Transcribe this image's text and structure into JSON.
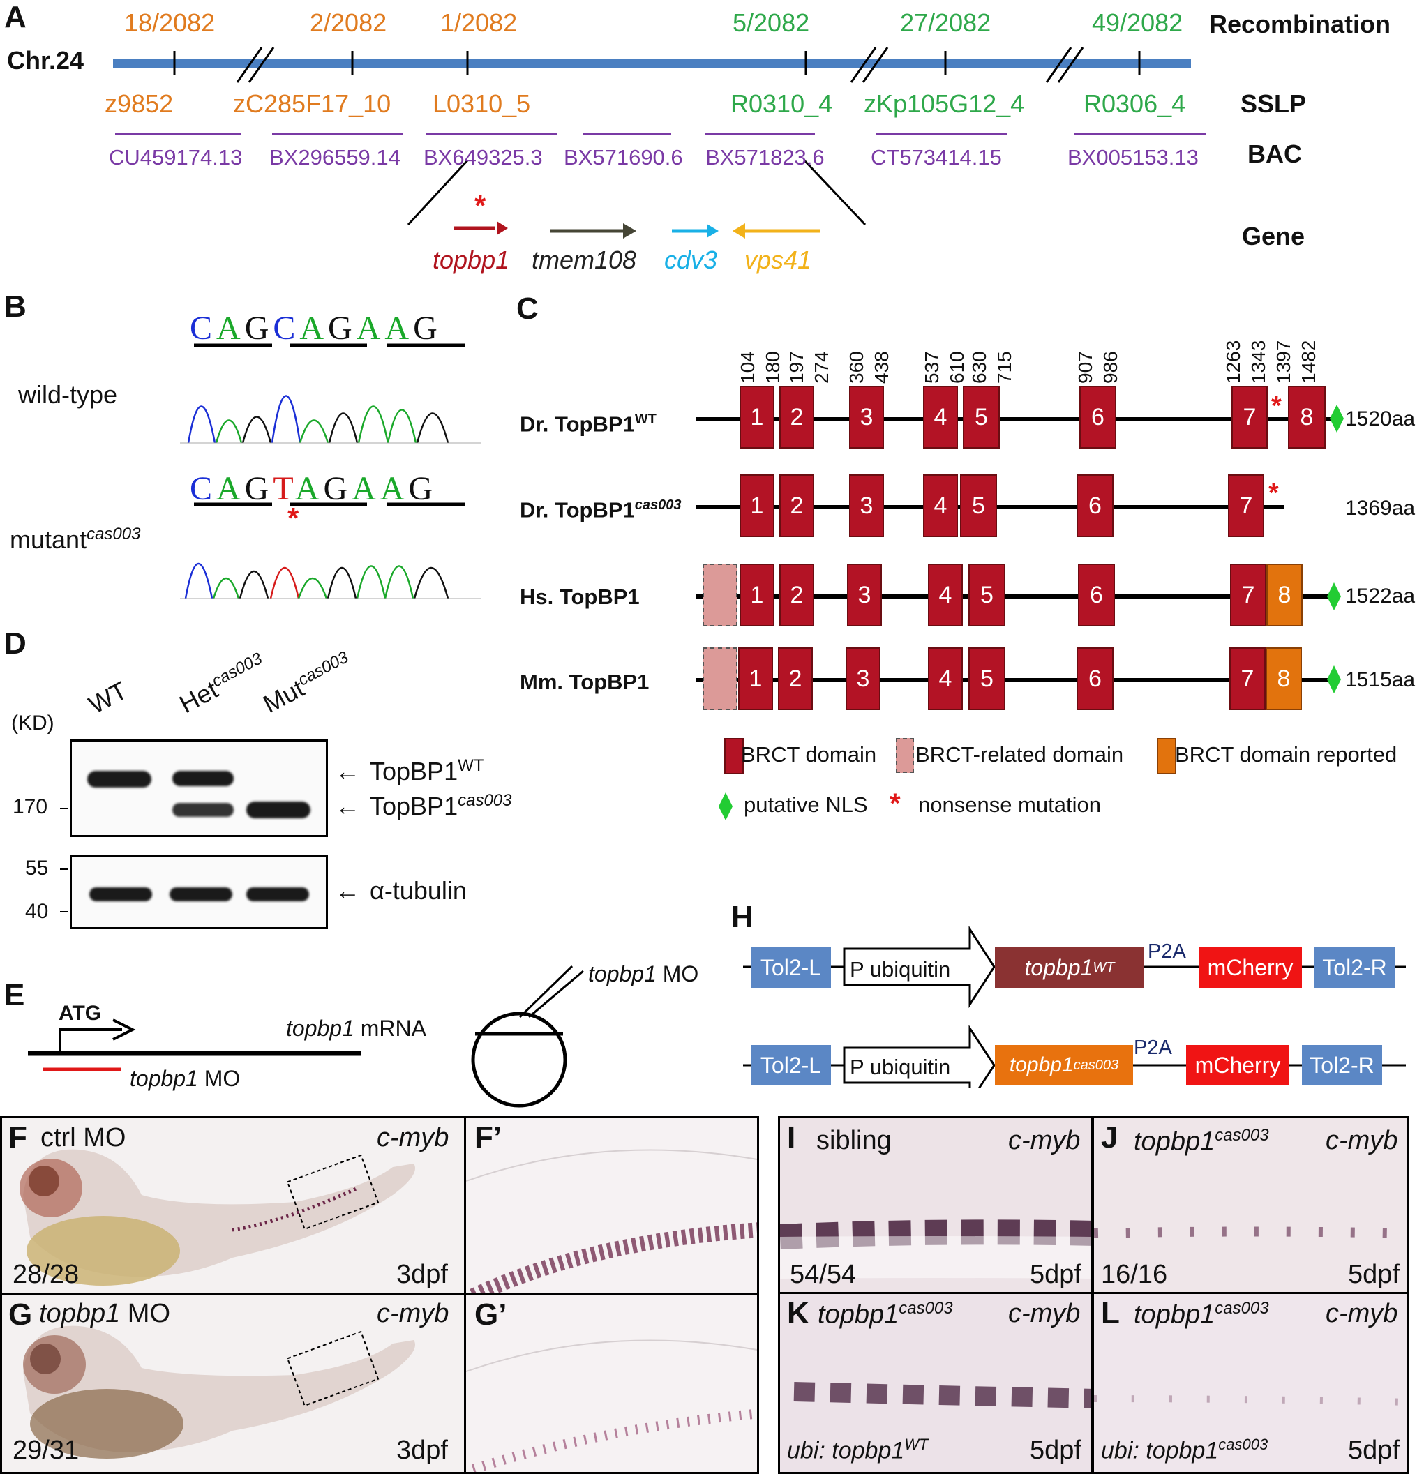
{
  "panels": {
    "A": "A",
    "B": "B",
    "C": "C",
    "D": "D",
    "E": "E",
    "F": "F",
    "Fp": "F’",
    "G": "G",
    "Gp": "G’",
    "H": "H",
    "I": "I",
    "J": "J",
    "K": "K",
    "L": "L"
  },
  "a": {
    "chr": "Chr.24",
    "row_titles": {
      "recomb": "Recombination",
      "sslp": "SSLP",
      "bac": "BAC",
      "gene": "Gene"
    },
    "recombination": [
      "18/2082",
      "2/2082",
      "1/2082",
      "5/2082",
      "27/2082",
      "49/2082"
    ],
    "sslp": [
      "z9852",
      "zC285F17_10",
      "L0310_5",
      "R0310_4",
      "zKp105G12_4",
      "R0306_4"
    ],
    "bac": [
      "CU459174.13",
      "BX296559.14",
      "BX649325.3",
      "BX571690.6",
      "BX571823.6",
      "CT573414.15",
      "BX005153.13"
    ],
    "genes": [
      "topbp1",
      "tmem108",
      "cdv3",
      "vps41"
    ],
    "colors": {
      "orange": "#e07b1f",
      "green": "#2ea84a",
      "purple": "#7a3aa5",
      "chr": "#4a7fc1"
    }
  },
  "b": {
    "wt_label": "wild-type",
    "mut_label": "mutant",
    "mut_sup": "cas003",
    "wt_seq": [
      "C",
      "A",
      "G",
      "C",
      "A",
      "G",
      "A",
      "A",
      "G"
    ],
    "mut_seq": [
      "C",
      "A",
      "G",
      "T",
      "A",
      "G",
      "A",
      "A",
      "G"
    ]
  },
  "c": {
    "positions": [
      "104",
      "180",
      "197",
      "274",
      "360",
      "438",
      "537",
      "610",
      "630",
      "715",
      "907",
      "986",
      "1263",
      "1343",
      "1397",
      "1482"
    ],
    "rows": [
      {
        "name": "Dr. TopBP1",
        "sup": "WT",
        "length": "1520aa"
      },
      {
        "name": "Dr. TopBP1",
        "sup": "cas003",
        "length": "1369aa"
      },
      {
        "name": "Hs. TopBP1",
        "sup": "",
        "length": "1522aa"
      },
      {
        "name": "Mm. TopBP1",
        "sup": "",
        "length": "1515aa"
      }
    ],
    "domain_numbers": [
      "1",
      "2",
      "3",
      "4",
      "5",
      "6",
      "7",
      "8"
    ],
    "legend": {
      "brct": "BRCT domain",
      "related": "BRCT-related domain",
      "reported": "BRCT domain reported",
      "nls": "putative NLS",
      "nonsense": "nonsense mutation"
    }
  },
  "d": {
    "unit": "(KD)",
    "lanes": [
      "WT",
      "Het",
      "Mut"
    ],
    "lane_sup": "cas003",
    "markers": [
      "170",
      "55",
      "40"
    ],
    "bands": {
      "wt": "TopBP1",
      "wt_sup": "WT",
      "mut": "TopBP1",
      "mut_sup": "cas003",
      "tubulin": "α-tubulin"
    }
  },
  "e": {
    "atg": "ATG",
    "mrna_gene": "topbp1",
    "mrna": " mRNA",
    "mo_gene": "topbp1",
    "mo": " MO"
  },
  "h": {
    "tol2l": "Tol2-L",
    "promoter": "P ubiquitin",
    "wt_gene": "topbp1",
    "wt_sup": "WT",
    "mut_gene": "topbp1",
    "mut_sup": "cas003",
    "p2a": "P2A",
    "mcherry": "mCherry",
    "tol2r": "Tol2-R"
  },
  "photos": {
    "f": {
      "title": "ctrl MO",
      "probe": "c-myb",
      "count": "28/28",
      "stage": "3dpf"
    },
    "g": {
      "title_gene": "topbp1",
      "title": " MO",
      "probe": "c-myb",
      "count": "29/31",
      "stage": "3dpf"
    },
    "i": {
      "title": "sibling",
      "probe": "c-myb",
      "count": "54/54",
      "stage": "5dpf"
    },
    "j": {
      "title": "topbp1",
      "sup": "cas003",
      "probe": "c-myb",
      "count": "16/16",
      "stage": "5dpf"
    },
    "k": {
      "title": "topbp1",
      "sup": "cas003",
      "probe": "c-myb",
      "rescue": "ubi: topbp1",
      "rescue_sup": "WT",
      "stage": "5dpf"
    },
    "l": {
      "title": "topbp1",
      "sup": "cas003",
      "probe": "c-myb",
      "rescue": "ubi: topbp1",
      "rescue_sup": "cas003",
      "stage": "5dpf"
    }
  }
}
